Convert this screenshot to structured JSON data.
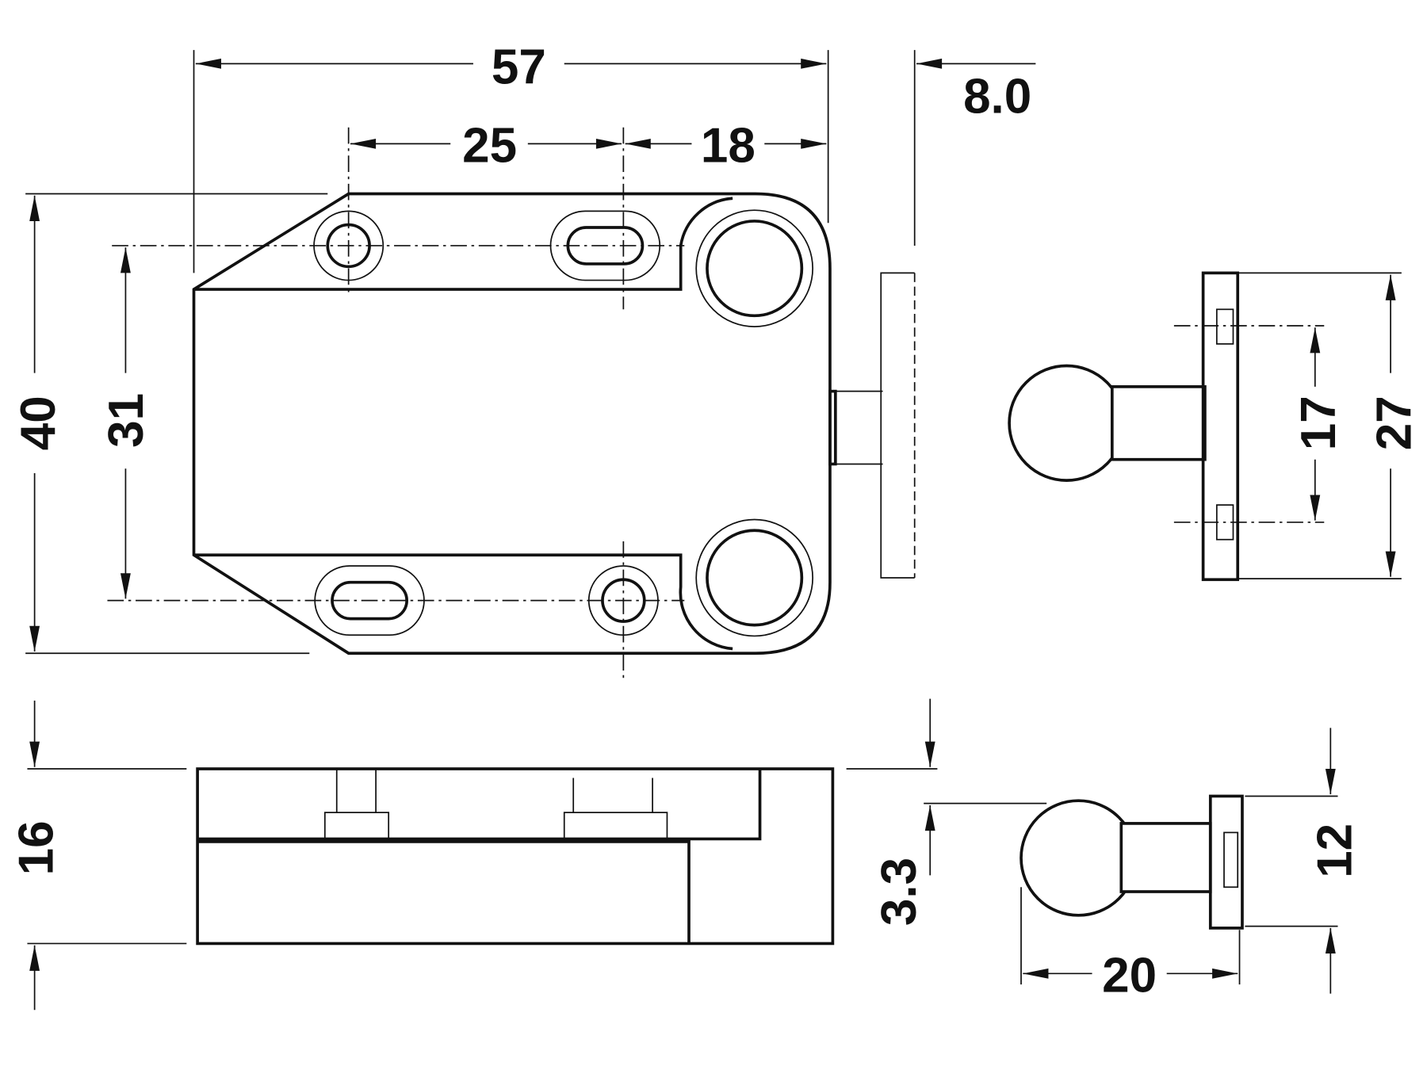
{
  "dimensions": {
    "overall_length": "57",
    "pin_offset": "8.0",
    "hole_spacing": "25",
    "hole_to_edge": "18",
    "overall_height": "40",
    "hole_row_spacing": "31",
    "plate_hole_spacing": "17",
    "plate_height": "27",
    "body_thickness": "16",
    "ball_offset": "3.3",
    "plate_side_height": "12",
    "knob_length": "20"
  }
}
